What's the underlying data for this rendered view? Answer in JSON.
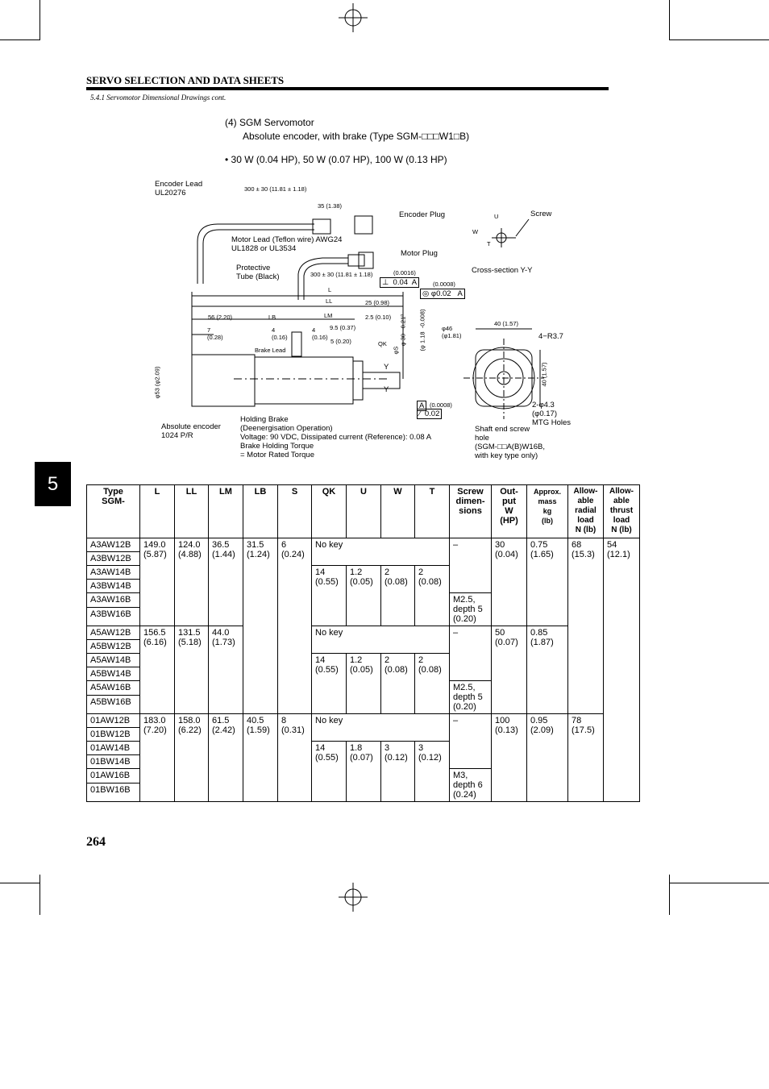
{
  "header": {
    "title": "SERVO SELECTION AND DATA SHEETS",
    "sub": "5.4.1 Servomotor Dimensional Drawings cont."
  },
  "chapter_tab": "5",
  "section": {
    "line1": "(4)  SGM Servomotor",
    "line2": "Absolute encoder, with brake (Type SGM-□□□W1□B)",
    "bullet": "• 30 W (0.04 HP), 50 W (0.07 HP), 100 W (0.13 HP)"
  },
  "drawing": {
    "encoder_lead": "Encoder Lead\nUL20276",
    "lead_len": "300 ± 30 (11.81 ± 1.18)",
    "d35": "35 (1.38)",
    "encoder_plug": "Encoder Plug",
    "motor_lead": "Motor Lead (Teflon wire) AWG24\nUL1828 or UL3534",
    "motor_plug": "Motor Plug",
    "tube": "Protective\nTube (Black)",
    "lead_len2": "300 ± 30 (11.81 ± 1.18)",
    "tol1": "(0.0016)",
    "tol1b": "⊥  0.04  A",
    "tol2": "(0.0008)",
    "tol2b": "◎ φ0.02   A",
    "L": "L",
    "LL": "LL",
    "LM": "LM",
    "LB": "LB",
    "d56": "56 (2.20)",
    "d25": "25 (0.98)",
    "d2_5": "2.5 (0.10)",
    "d7": "7\n(0.28)",
    "d4a": "4\n(0.16)",
    "d4b": "4\n(0.16)",
    "d9_5": "9.5 (0.37)",
    "d5": "5 (0.20)",
    "brake_lead": "Brake Lead",
    "QK": "QK",
    "phiS": "φS",
    "phi30": "φ 30  -0.21⁰",
    "phi118": "(φ 1.18  -0.008)",
    "phi46": "φ46\n(φ1.81)",
    "phi53": "φ53 (φ2.09)",
    "Y1": "Y",
    "Y2": "Y",
    "A": "A",
    "tol3": "(0.0008)",
    "tol3b": "∕  0.02",
    "abs_enc": "Absolute encoder\n1024 P/R",
    "holding_brake": "Holding Brake\n(Deenergisation Operation)\nVoltage: 90 VDC, Dissipated current (Reference): 0.08 A\nBrake Holding Torque\n= Motor Rated Torque",
    "U": "U",
    "W": "W",
    "T": "T",
    "screw": "Screw",
    "cross": "Cross-section Y-Y",
    "d40a": "40 (1.57)",
    "r37": "4−R3.7",
    "d40b": "40 (1.57)",
    "holes": "2-φ4.3\n(φ0.17)\nMTG Holes",
    "shaft_screw": "Shaft end screw\nhole\n(SGM-□□A(B)W16B,\nwith key type only)"
  },
  "table": {
    "headers": [
      "Type\nSGM-",
      "L",
      "LL",
      "LM",
      "LB",
      "S",
      "QK",
      "U",
      "W",
      "T",
      "Screw\ndimen-\nsions",
      "Out-\nput\nW\n(HP)",
      "Approx.\nmass\nkg\n(lb)",
      "Allow-\nable\nradial\nload\nN (lb)",
      "Allow-\nable\nthrust\nload\nN (lb)"
    ],
    "types": [
      "A3AW12B",
      "A3BW12B",
      "A3AW14B",
      "A3BW14B",
      "A3AW16B",
      "A3BW16B",
      "A5AW12B",
      "A5BW12B",
      "A5AW14B",
      "A5BW14B",
      "A5AW16B",
      "A5BW16B",
      "01AW12B",
      "01BW12B",
      "01AW14B",
      "01BW14B",
      "01AW16B",
      "01BW16B"
    ],
    "g1": {
      "L": "149.0\n(5.87)",
      "LL": "124.0\n(4.88)",
      "LM": "36.5\n(1.44)",
      "LB": "31.5\n(1.24)",
      "S": "6\n(0.24)",
      "nokey": "No key",
      "dash": "–",
      "QK": "14\n(0.55)",
      "U": "1.2\n(0.05)",
      "W": "2\n(0.08)",
      "T": "2\n(0.08)",
      "screw": "M2.5,\ndepth 5\n(0.20)",
      "out": "30\n(0.04)",
      "mass": "0.75\n(1.65)",
      "radial": "68\n(15.3)",
      "thrust": "54\n(12.1)"
    },
    "g2": {
      "L": "156.5\n(6.16)",
      "LL": "131.5\n(5.18)",
      "LM": "44.0\n(1.73)",
      "nokey": "No key",
      "dash": "–",
      "QK": "14\n(0.55)",
      "U": "1.2\n(0.05)",
      "W": "2\n(0.08)",
      "T": "2\n(0.08)",
      "screw": "M2.5,\ndepth 5\n(0.20)",
      "out": "50\n(0.07)",
      "mass": "0.85\n(1.87)"
    },
    "g3": {
      "L": "183.0\n(7.20)",
      "LL": "158.0\n(6.22)",
      "LM": "61.5\n(2.42)",
      "LB": "40.5\n(1.59)",
      "S": "8\n(0.31)",
      "nokey": "No key",
      "dash": "–",
      "QK": "14\n(0.55)",
      "U": "1.8\n(0.07)",
      "W": "3\n(0.12)",
      "T": "3\n(0.12)",
      "screw": "M3,\ndepth 6\n(0.24)",
      "out": "100\n(0.13)",
      "mass": "0.95\n(2.09)",
      "radial": "78\n(17.5)"
    }
  },
  "page_number": "264"
}
